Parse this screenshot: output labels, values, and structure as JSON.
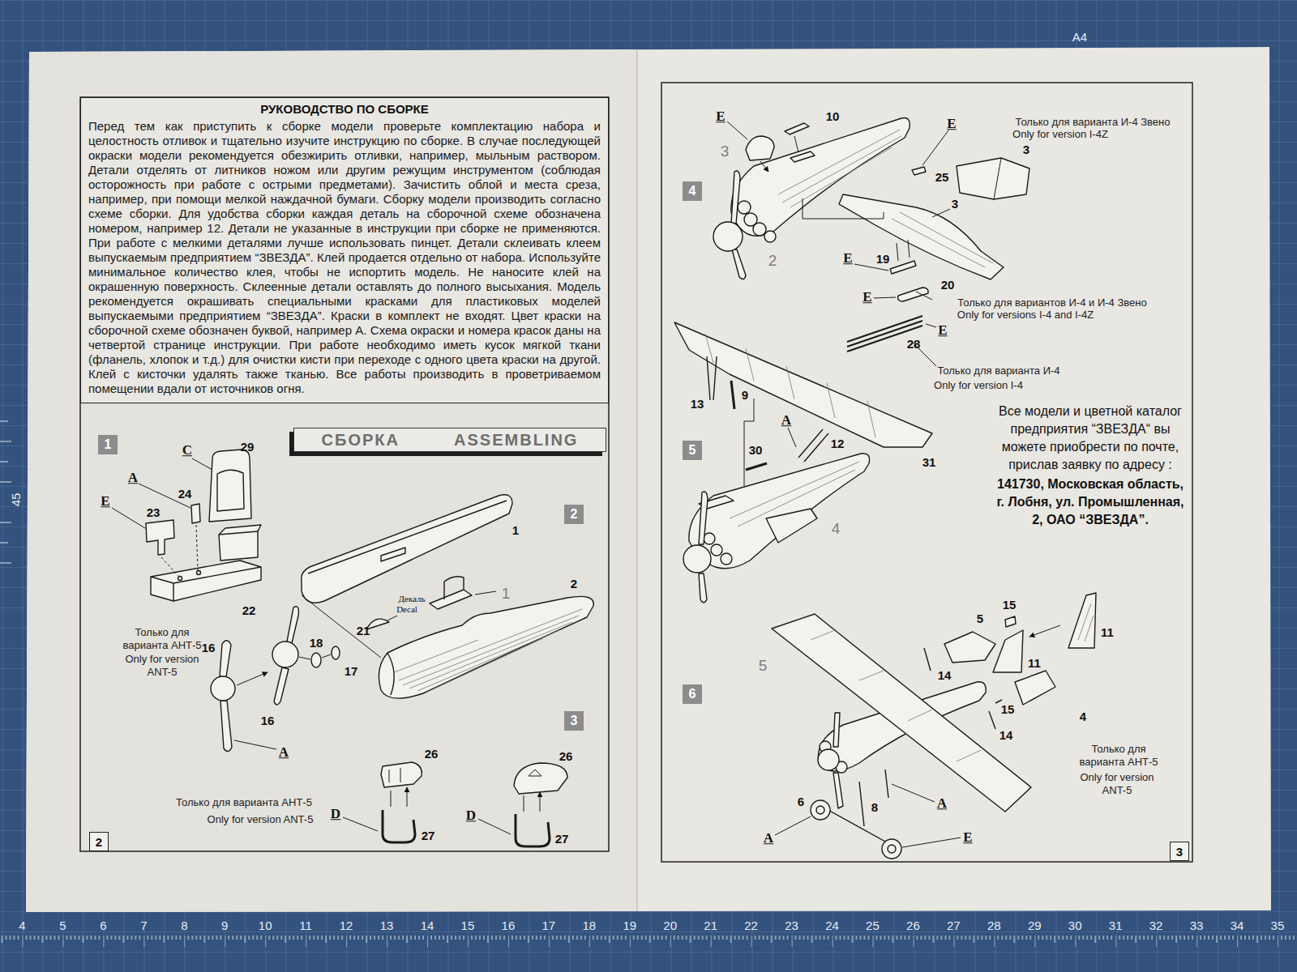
{
  "diagram": {
    "nodes": [
      {
        "text": [
          "РУКОВОДСТВО ПО СБОРКЕ",
          "Перед тем как приступить к сборке модели проверьте комплектацию набора и целостность отливок и тщательно изучите инструкцию по сборке. В случае последующей окраски модели рекомендуется обезжирить отливки, например, мыльным раствором. Детали отделять от литников ножом или другим режущим инструментом (соблюдая осторожность при работе с острыми предметами). Зачистить облой и места среза, например, при помощи мелкой наждачной бумаги. Сборку модели производить согласно схеме сборки. Для удобства сборки каждая деталь на сборочной схеме обозначена номером, например 12. Детали не указанные в инструкции при сборке не применяются. При работе с мелкими деталями лучше использовать пинцет. Детали склеивать клеем выпускаемым предприятием “ЗВЕЗДА”. Клей продается отдельно от набора. Используйте минимальное количество клея, чтобы не испортить модель. Не наносите клей на окрашенную поверхность. Склеенные детали оставлять до полного высыхания. Модель рекомендуется окрашивать специальными красками для пластиковых моделей выпускаемыми предприятием “ЗВЕЗДА”. Краски в комплект не входят. Цвет краски на сборочной схеме обозначен буквой, например A. Схема окраски и номера красок даны на четвертой странице инструкции. При работе необходимо иметь кусок мягкой ткани (фланель, хлопок и т.д.) для очистки кисти при переходе с одного цвета краски на другой. Клей с кисточки удалять также тканью. Все работы производить в проветриваемом помещении вдали от источников огня."
        ]
      },
      {
        "text": [
          "СБОРКА",
          "ASSEMBLING"
        ]
      },
      {
        "text": [
          "1"
        ]
      },
      {
        "text": [
          "2"
        ]
      },
      {
        "text": [
          "3"
        ]
      },
      {
        "text": [
          "4"
        ]
      },
      {
        "text": [
          "5"
        ]
      },
      {
        "text": [
          "6"
        ]
      },
      {
        "text": [
          "2"
        ]
      },
      {
        "text": [
          "3"
        ]
      }
    ],
    "labels": [
      "A4",
      "45",
      "4",
      "5",
      "6",
      "7",
      "8",
      "9",
      "10",
      "11",
      "12",
      "13",
      "14",
      "15",
      "16",
      "17",
      "18",
      "19",
      "20",
      "21",
      "22",
      "23",
      "24",
      "25",
      "26",
      "27",
      "28",
      "29",
      "30",
      "31",
      "32",
      "33",
      "34",
      "35",
      "C",
      "29",
      "A",
      "24",
      "E",
      "23",
      "22",
      "1",
      "2",
      "1",
      "Декаль",
      "Decal",
      "21",
      "18",
      "17",
      "Только для варианта АНТ-5",
      "Only for version ANT-5",
      "16",
      "16",
      "A",
      "26",
      "26",
      "Только для варианта АНТ-5",
      "Only for version ANT-5",
      "D",
      "27",
      "D",
      "27",
      "E",
      "10",
      "3",
      "E",
      "Только для варианта И-4 Звено",
      "Only for version I-4Z",
      "3",
      "25",
      "3",
      "2",
      "E",
      "19",
      "20",
      "E",
      "Только для вариантов И-4 и И-4 Звено",
      "Only for versions I-4 and I-4Z",
      "E",
      "28",
      "Только для варианта И-4",
      "Only for version I-4",
      "Все модели и цветной каталог предприятия “ЗВЕЗДА“ вы можете приобрести по почте, прислав заявку по адресу :",
      "141730, Московская область, г. Лобня, ул. Промышленная, 2, ОАО “ЗВЕЗДА”.",
      "13",
      "9",
      "A",
      "12",
      "30",
      "31",
      "4",
      "5",
      "5",
      "15",
      "11",
      "11",
      "14",
      "15",
      "14",
      "4",
      "Только для варианта АНТ-5",
      "Only for version ANT-5",
      "6",
      "8",
      "A",
      "A",
      "E"
    ]
  }
}
